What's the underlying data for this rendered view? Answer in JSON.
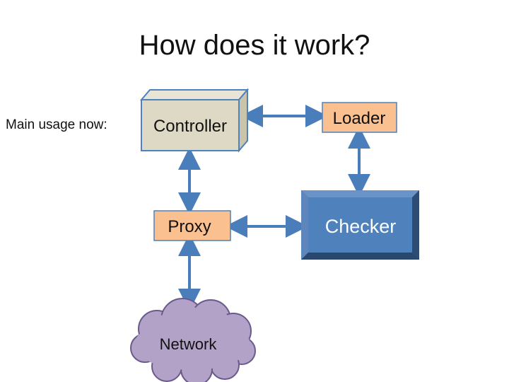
{
  "title": "How does it work?",
  "side_label": "Main usage now:",
  "nodes": {
    "controller": "Controller",
    "loader": "Loader",
    "proxy": "Proxy",
    "checker": "Checker",
    "network": "Network"
  },
  "colors": {
    "controller_fill": "#ddd9c4",
    "controller_side": "#c9c4aa",
    "controller_stroke": "#4f81bd",
    "orange_fill": "#fac090",
    "checker_fill": "#4f81bd",
    "checker_border": "#385d8a",
    "network_fill": "#b3a2c7",
    "arrow": "#4a7ebb"
  }
}
